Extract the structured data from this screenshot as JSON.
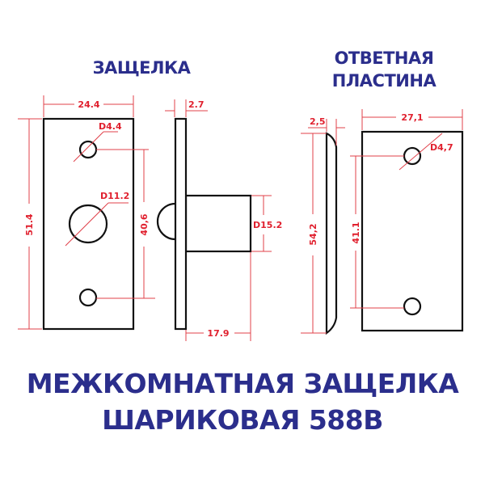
{
  "latch": {
    "title": "ЗАЩЕЛКА",
    "width_label": "24.4",
    "height_label": "51.4",
    "hole_small_label": "D4.4",
    "hole_large_label": "D11.2",
    "hole_spacing_label": "40,6",
    "plate_thickness_label": "2.7",
    "cylinder_diameter_label": "D15.2",
    "cylinder_length_label": "17.9"
  },
  "strike_plate": {
    "title_line1": "ОТВЕТНАЯ",
    "title_line2": "ПЛАСТИНА",
    "thickness_label": "2,5",
    "width_label": "27,1",
    "height_label": "54,2",
    "hole_label": "D4,7",
    "hole_spacing_label": "41.1"
  },
  "footer": {
    "line1": "МЕЖКОМНАТНАЯ ЗАЩЕЛКА",
    "line2": "ШАРИКОВАЯ 588В"
  },
  "colors": {
    "title": "#2b2e8c",
    "dimension": "#e0202e",
    "outline": "#111111"
  }
}
